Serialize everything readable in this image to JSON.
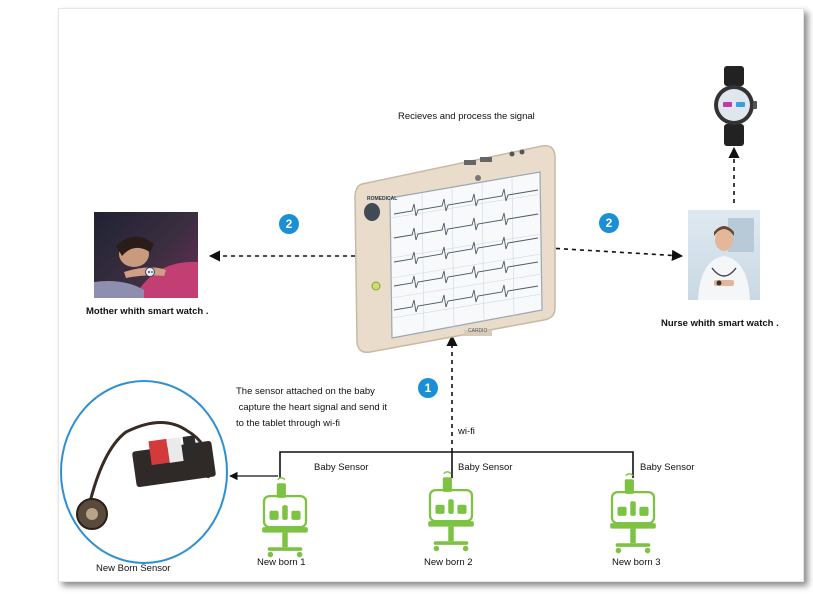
{
  "top_label": "Recieves and process the signal",
  "tablet": {
    "brand_logo": "ROMEDICAL",
    "brand_bottom": "CARDIO"
  },
  "mother": {
    "caption": "Mother whith smart watch ."
  },
  "nurse": {
    "caption": "Nurse whith smart watch ."
  },
  "badges": {
    "mother_link": "2",
    "nurse_link": "2",
    "tablet_link": "1"
  },
  "description": [
    "The sensor attached on the baby",
    " capture the heart signal and send it",
    "to the tablet through wi-fi"
  ],
  "wifi_label": "wi-fi",
  "babies": [
    {
      "sensor_label": "Baby Sensor",
      "name": "New born 1"
    },
    {
      "sensor_label": "Baby Sensor",
      "name": "New born 2"
    },
    {
      "sensor_label": "Baby Sensor",
      "name": "New born 3"
    }
  ],
  "sensor_caption": "New Born Sensor",
  "colors": {
    "badge": "#1a8fd6",
    "incubator": "#7dc242",
    "circle": "#2e8fd0",
    "tablet_body": "#e9dccb"
  },
  "icons": [
    "smartwatch-icon",
    "incubator-icon",
    "wifi-sensor-icon",
    "arrow-icon"
  ]
}
